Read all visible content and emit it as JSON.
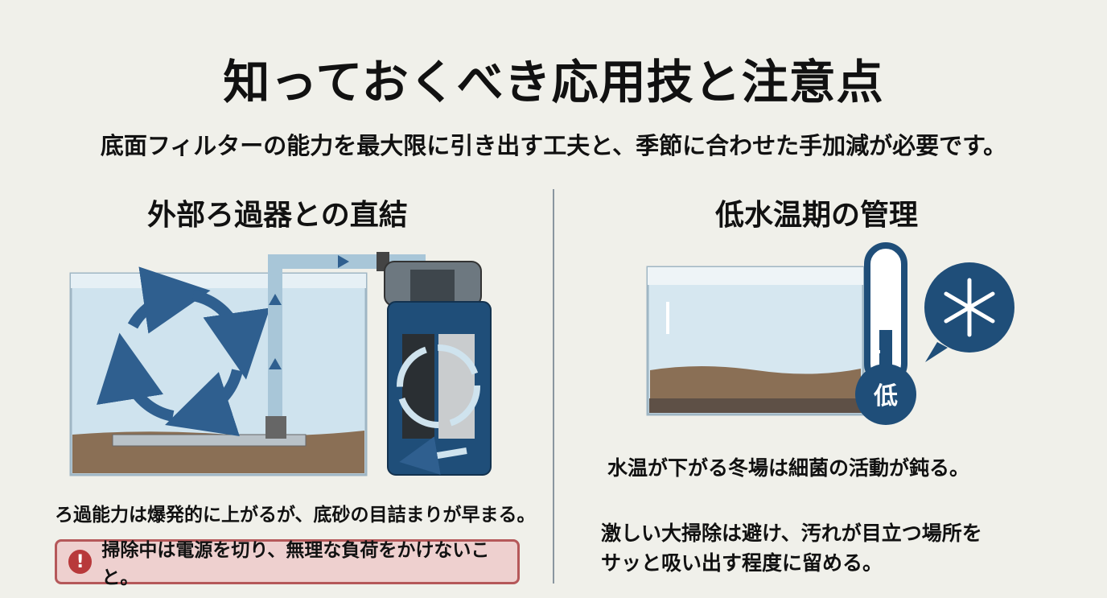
{
  "header": {
    "title": "知っておくべき応用技と注意点",
    "subtitle": "底面フィルターの能力を最大限に引き出す工夫と、季節に合わせた手加減が必要です。"
  },
  "left": {
    "heading": "外部ろ過器との直結",
    "caption": "ろ過能力は爆発的に上がるが、底砂の目詰まりが早まる。",
    "warning": {
      "icon": "exclamation-icon",
      "text": "掃除中は電源を切り、無理な負荷をかけないこと。"
    }
  },
  "right": {
    "heading": "低水温期の管理",
    "thermometer_label": "低",
    "text1": "水温が下がる冬場は細菌の活動が鈍る。",
    "text2_line1": "激しい大掃除は避け、汚れが目立つ場所を",
    "text2_line2": "サッと吸い出す程度に留める。"
  },
  "colors": {
    "accent": "#1f4e79",
    "water": "#cfe3ee",
    "warning_bg": "#eed0cf",
    "warning_border": "#b5585a",
    "gravel": "#8a6f55"
  }
}
